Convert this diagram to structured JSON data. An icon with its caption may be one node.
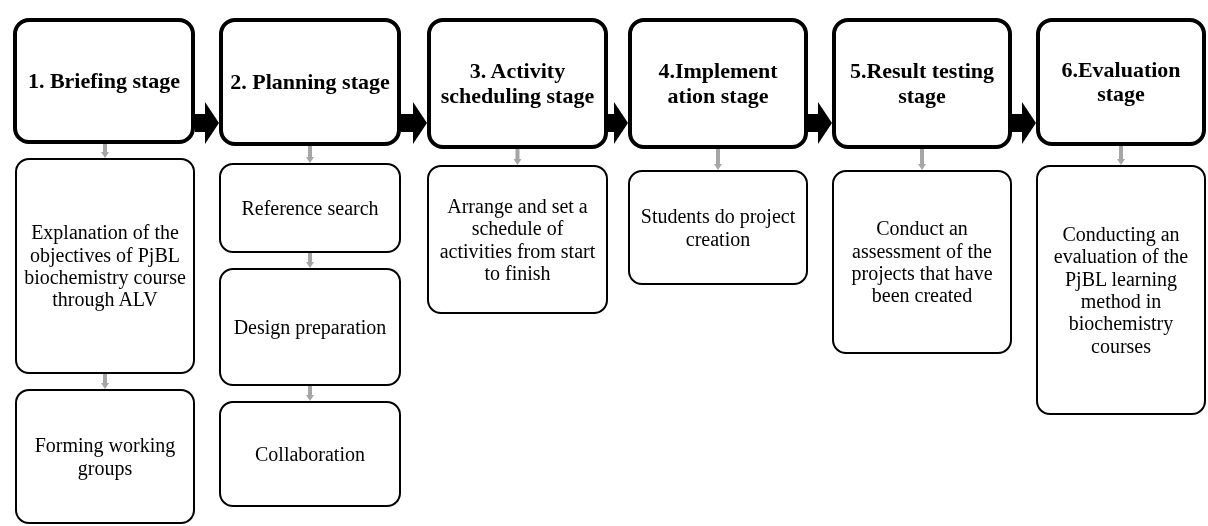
{
  "diagram": {
    "nodes": [
      {
        "text": [
          "1. Briefing stage"
        ]
      },
      {
        "text": [
          "Explanation of the objectives of PjBL biochemistry course through ALV"
        ]
      },
      {
        "text": [
          "Forming working groups"
        ]
      },
      {
        "text": [
          "2. Planning stage"
        ]
      },
      {
        "text": [
          "Reference search"
        ]
      },
      {
        "text": [
          "Design preparation"
        ]
      },
      {
        "text": [
          "Collaboration"
        ]
      },
      {
        "text": [
          "3. Activity scheduling stage"
        ]
      },
      {
        "text": [
          "Arrange and set a schedule of activities from start to finish"
        ]
      },
      {
        "text": [
          "4.Implement ation stage"
        ]
      },
      {
        "text": [
          "Students do project creation"
        ]
      },
      {
        "text": [
          "5.Result testing stage"
        ]
      },
      {
        "text": [
          "Conduct an assessment of the projects that have been created"
        ]
      },
      {
        "text": [
          "6.Evaluation stage"
        ]
      },
      {
        "text": [
          "Conducting an evaluation of the PjBL learning method in biochemistry courses"
        ]
      }
    ],
    "edges": [
      {
        "from": 0,
        "to": 3,
        "arrow": "to",
        "style": "thick",
        "color": "#000000"
      },
      {
        "from": 3,
        "to": 7,
        "arrow": "to",
        "style": "thick",
        "color": "#000000"
      },
      {
        "from": 7,
        "to": 9,
        "arrow": "to",
        "style": "thick",
        "color": "#000000"
      },
      {
        "from": 9,
        "to": 11,
        "arrow": "to",
        "style": "thick",
        "color": "#000000"
      },
      {
        "from": 11,
        "to": 13,
        "arrow": "to",
        "style": "thick",
        "color": "#000000"
      },
      {
        "from": 0,
        "to": 1,
        "arrow": "to"
      },
      {
        "from": 1,
        "to": 2,
        "arrow": "to"
      },
      {
        "from": 3,
        "to": 4,
        "arrow": "to"
      },
      {
        "from": 4,
        "to": 5,
        "arrow": "to"
      },
      {
        "from": 5,
        "to": 6,
        "arrow": "to"
      },
      {
        "from": 7,
        "to": 8,
        "arrow": "to"
      },
      {
        "from": 9,
        "to": 10,
        "arrow": "to"
      },
      {
        "from": 11,
        "to": 12,
        "arrow": "to"
      },
      {
        "from": 13,
        "to": 14,
        "arrow": "to"
      }
    ]
  }
}
